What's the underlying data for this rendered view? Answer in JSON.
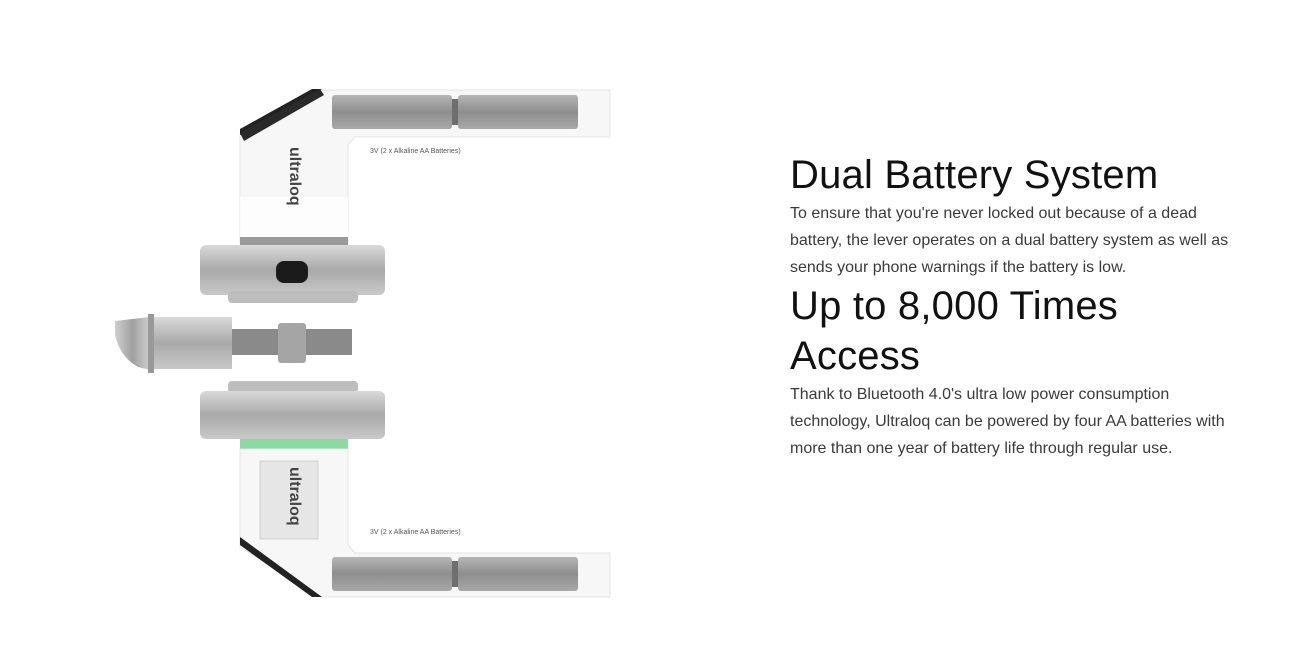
{
  "figure": {
    "product_name": "ultraloq",
    "battery_note_top": "3V (2 x Alkaline AA Batteries)",
    "battery_note_bottom": "3V (2 x Alkaline AA Batteries)"
  },
  "sections": [
    {
      "heading": "Dual Battery System",
      "body": "To ensure that you're never locked out because of a dead battery, the lever operates on a dual battery system as well as sends your phone warnings if the battery is low."
    },
    {
      "heading": "Up to 8,000 Times Access",
      "body": "Thank to Bluetooth 4.0's ultra low power consumption technology, Ultraloq can be powered by four AA batteries with more than one year of battery life through regular use."
    }
  ],
  "colors": {
    "accent_green": "#6fd08a",
    "metal": "#b9b9b9",
    "dark_edge": "#1e1e1e"
  }
}
